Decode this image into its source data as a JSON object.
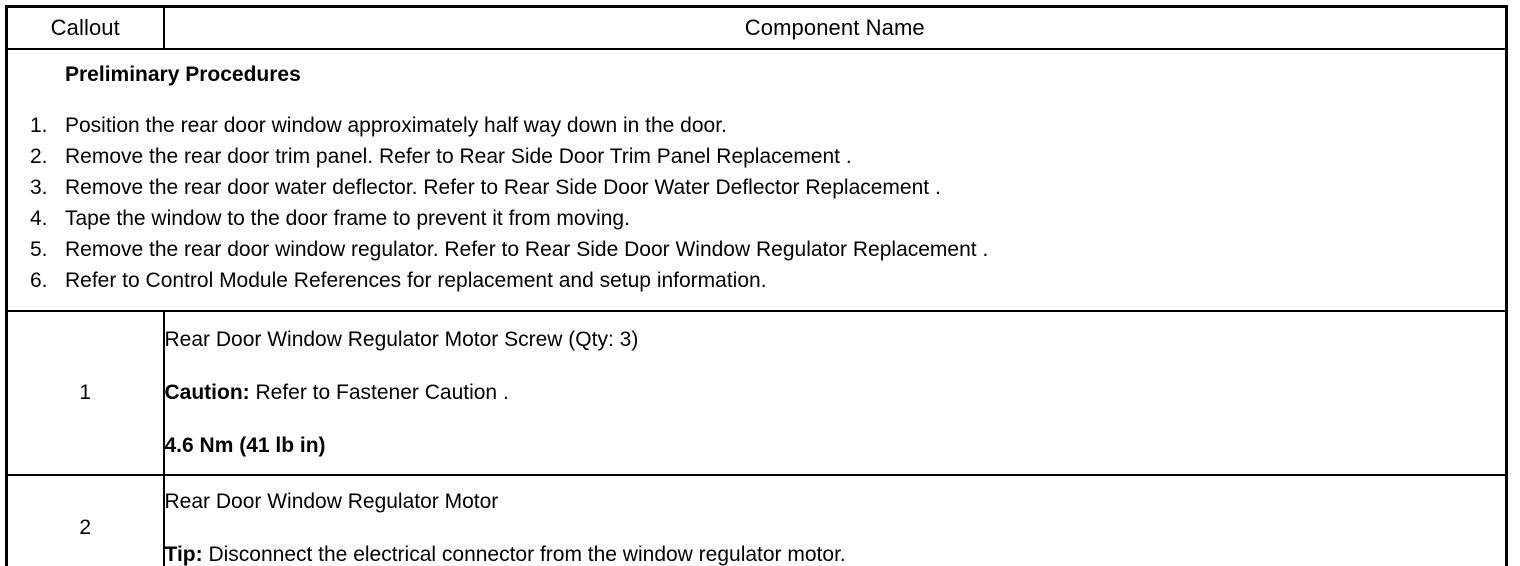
{
  "table": {
    "headers": {
      "callout": "Callout",
      "component_name": "Component Name"
    },
    "preliminary": {
      "title": "Preliminary Procedures",
      "steps": [
        {
          "num": "1.",
          "text": "Position the rear door window approximately half way down in the door."
        },
        {
          "num": "2.",
          "text": "Remove the rear door trim panel. Refer to Rear Side Door Trim Panel Replacement ."
        },
        {
          "num": "3.",
          "text": "Remove the rear door water deflector. Refer to Rear Side Door Water Deflector Replacement ."
        },
        {
          "num": "4.",
          "text": "Tape the window to the door frame to prevent it from moving."
        },
        {
          "num": "5.",
          "text": "Remove the rear door window regulator. Refer to Rear Side Door Window Regulator Replacement ."
        },
        {
          "num": "6.",
          "text": "Refer to Control Module References for replacement and setup information."
        }
      ]
    },
    "rows": [
      {
        "callout": "1",
        "name": "Rear Door Window Regulator Motor Screw (Qty: 3)",
        "caution_label": "Caution:",
        "caution_text": " Refer to Fastener Caution .",
        "torque": "4.6 Nm (41 lb in)"
      },
      {
        "callout": "2",
        "name": "Rear Door Window Regulator Motor",
        "tip_label": "Tip:",
        "tip_text": " Disconnect the electrical connector from the window regulator motor."
      }
    ]
  }
}
